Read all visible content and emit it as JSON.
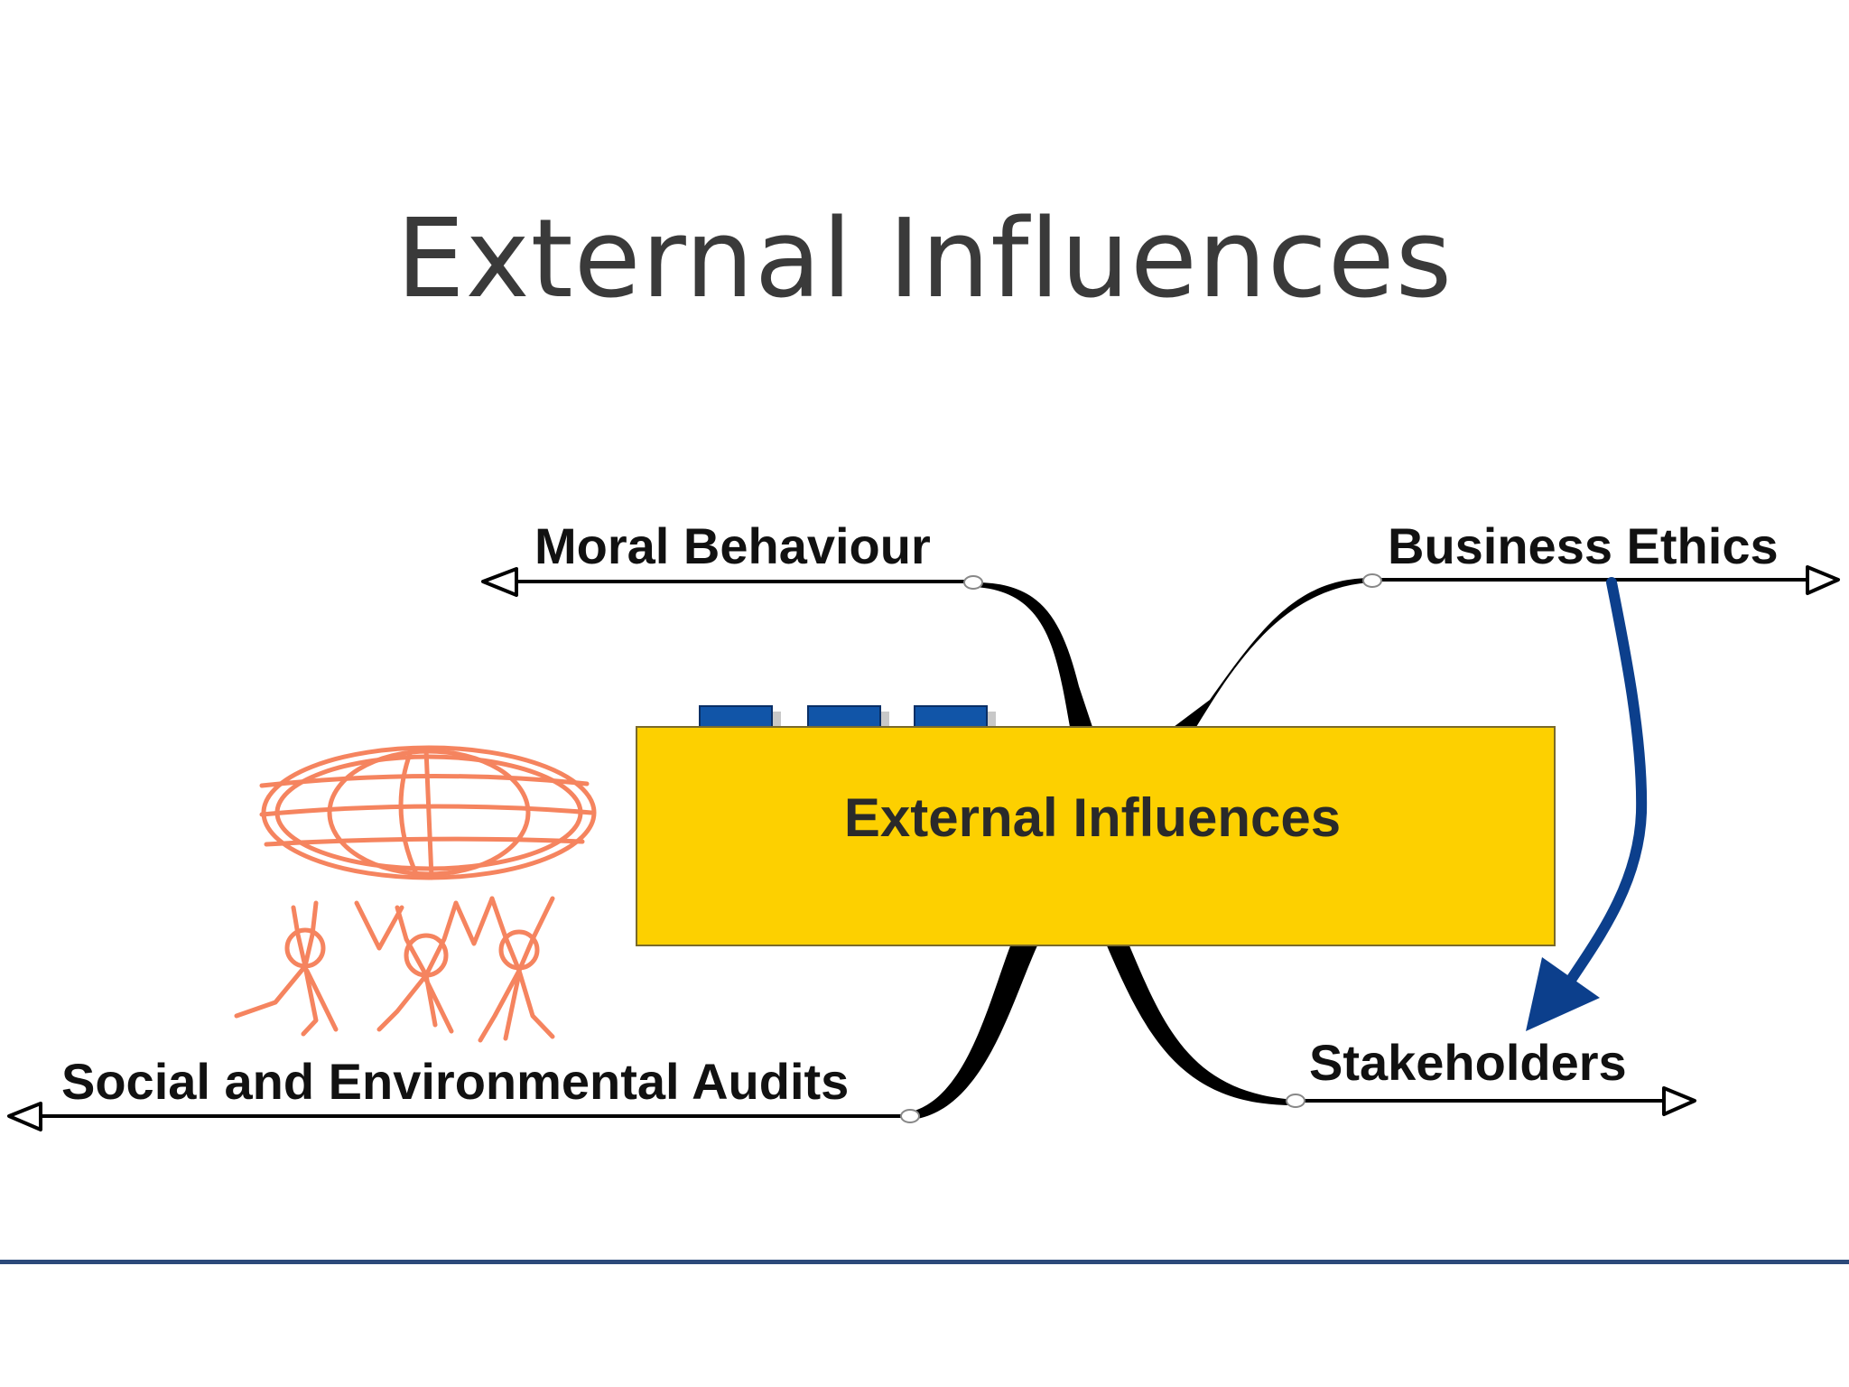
{
  "slide": {
    "title": "External Influences"
  },
  "diagram": {
    "central_topic": "External Influences",
    "branches": {
      "top_left": "Moral Behaviour",
      "top_right": "Business Ethics",
      "bottom_left": "Social and Environmental Audits",
      "bottom_right": "Stakeholders"
    }
  },
  "colors": {
    "central_box_fill": "#fdd000",
    "central_tab_fill": "#1155a8",
    "flow_arrow": "#0c3f8c",
    "figure_stroke": "#f5845f",
    "footer_rule": "#2c4a7a",
    "title_text": "#3a3a3a"
  },
  "icons": {
    "illustration": "people-holding-globe-icon"
  }
}
